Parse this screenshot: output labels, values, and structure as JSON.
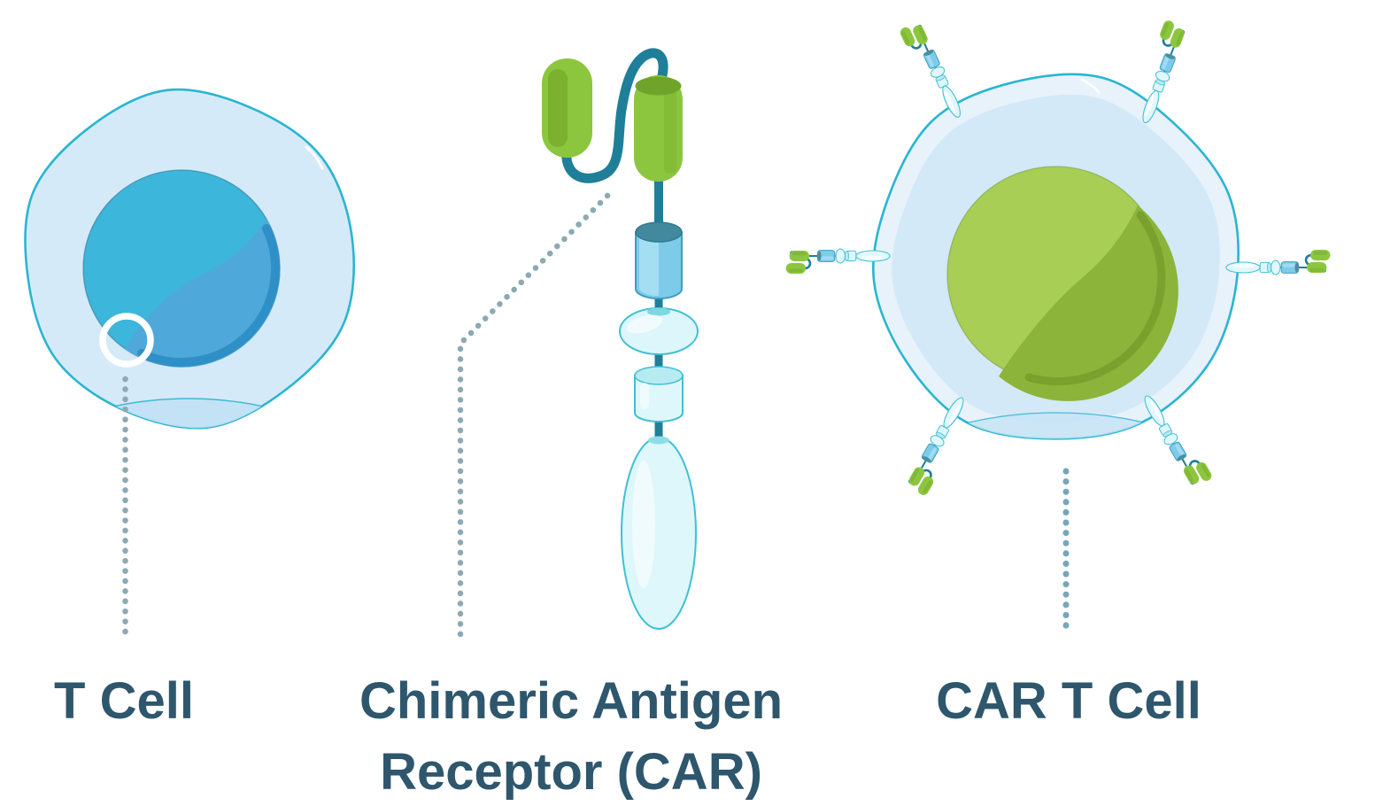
{
  "labels": {
    "t_cell": "T Cell",
    "car_line1": "Chimeric Antigen",
    "car_line2": "Receptor (CAR)",
    "car_t_cell": "CAR T Cell"
  },
  "palette": {
    "label_text": "#2e576d",
    "membrane_fill": "#d5eaf8",
    "membrane_outer_halo": "#e7f2fb",
    "membrane_inner_fill": "#d3e9f7",
    "membrane_stroke": "#2ab5d2",
    "membrane_bottom_shade": "#c3e2f4",
    "t_cell_nucleus": "#3cb6db",
    "t_cell_nucleus_patch": "#4fa8da",
    "t_cell_nucleus_rim": "#2e90c6",
    "car_t_nucleus": "#a9ce55",
    "car_t_nucleus_shade": "#8cb43a",
    "car_t_nucleus_rim": "#7aa02e",
    "receptor_green": "#8cc63f",
    "receptor_green_dark": "#74a82c",
    "linker_teal": "#1f7f99",
    "transmembrane_blue": "#7ecbe9",
    "transmembrane_blue_light": "#a8e0f4",
    "transmembrane_top": "#43899e",
    "hinge_fill": "#def7fb",
    "hinge_stroke": "#3fc0d4",
    "dotted_line_gray": "#8ca9b4",
    "dotted_line_blue": "#76a6ba",
    "annotation_ring": "#ffffff",
    "background": "#ffffff"
  }
}
